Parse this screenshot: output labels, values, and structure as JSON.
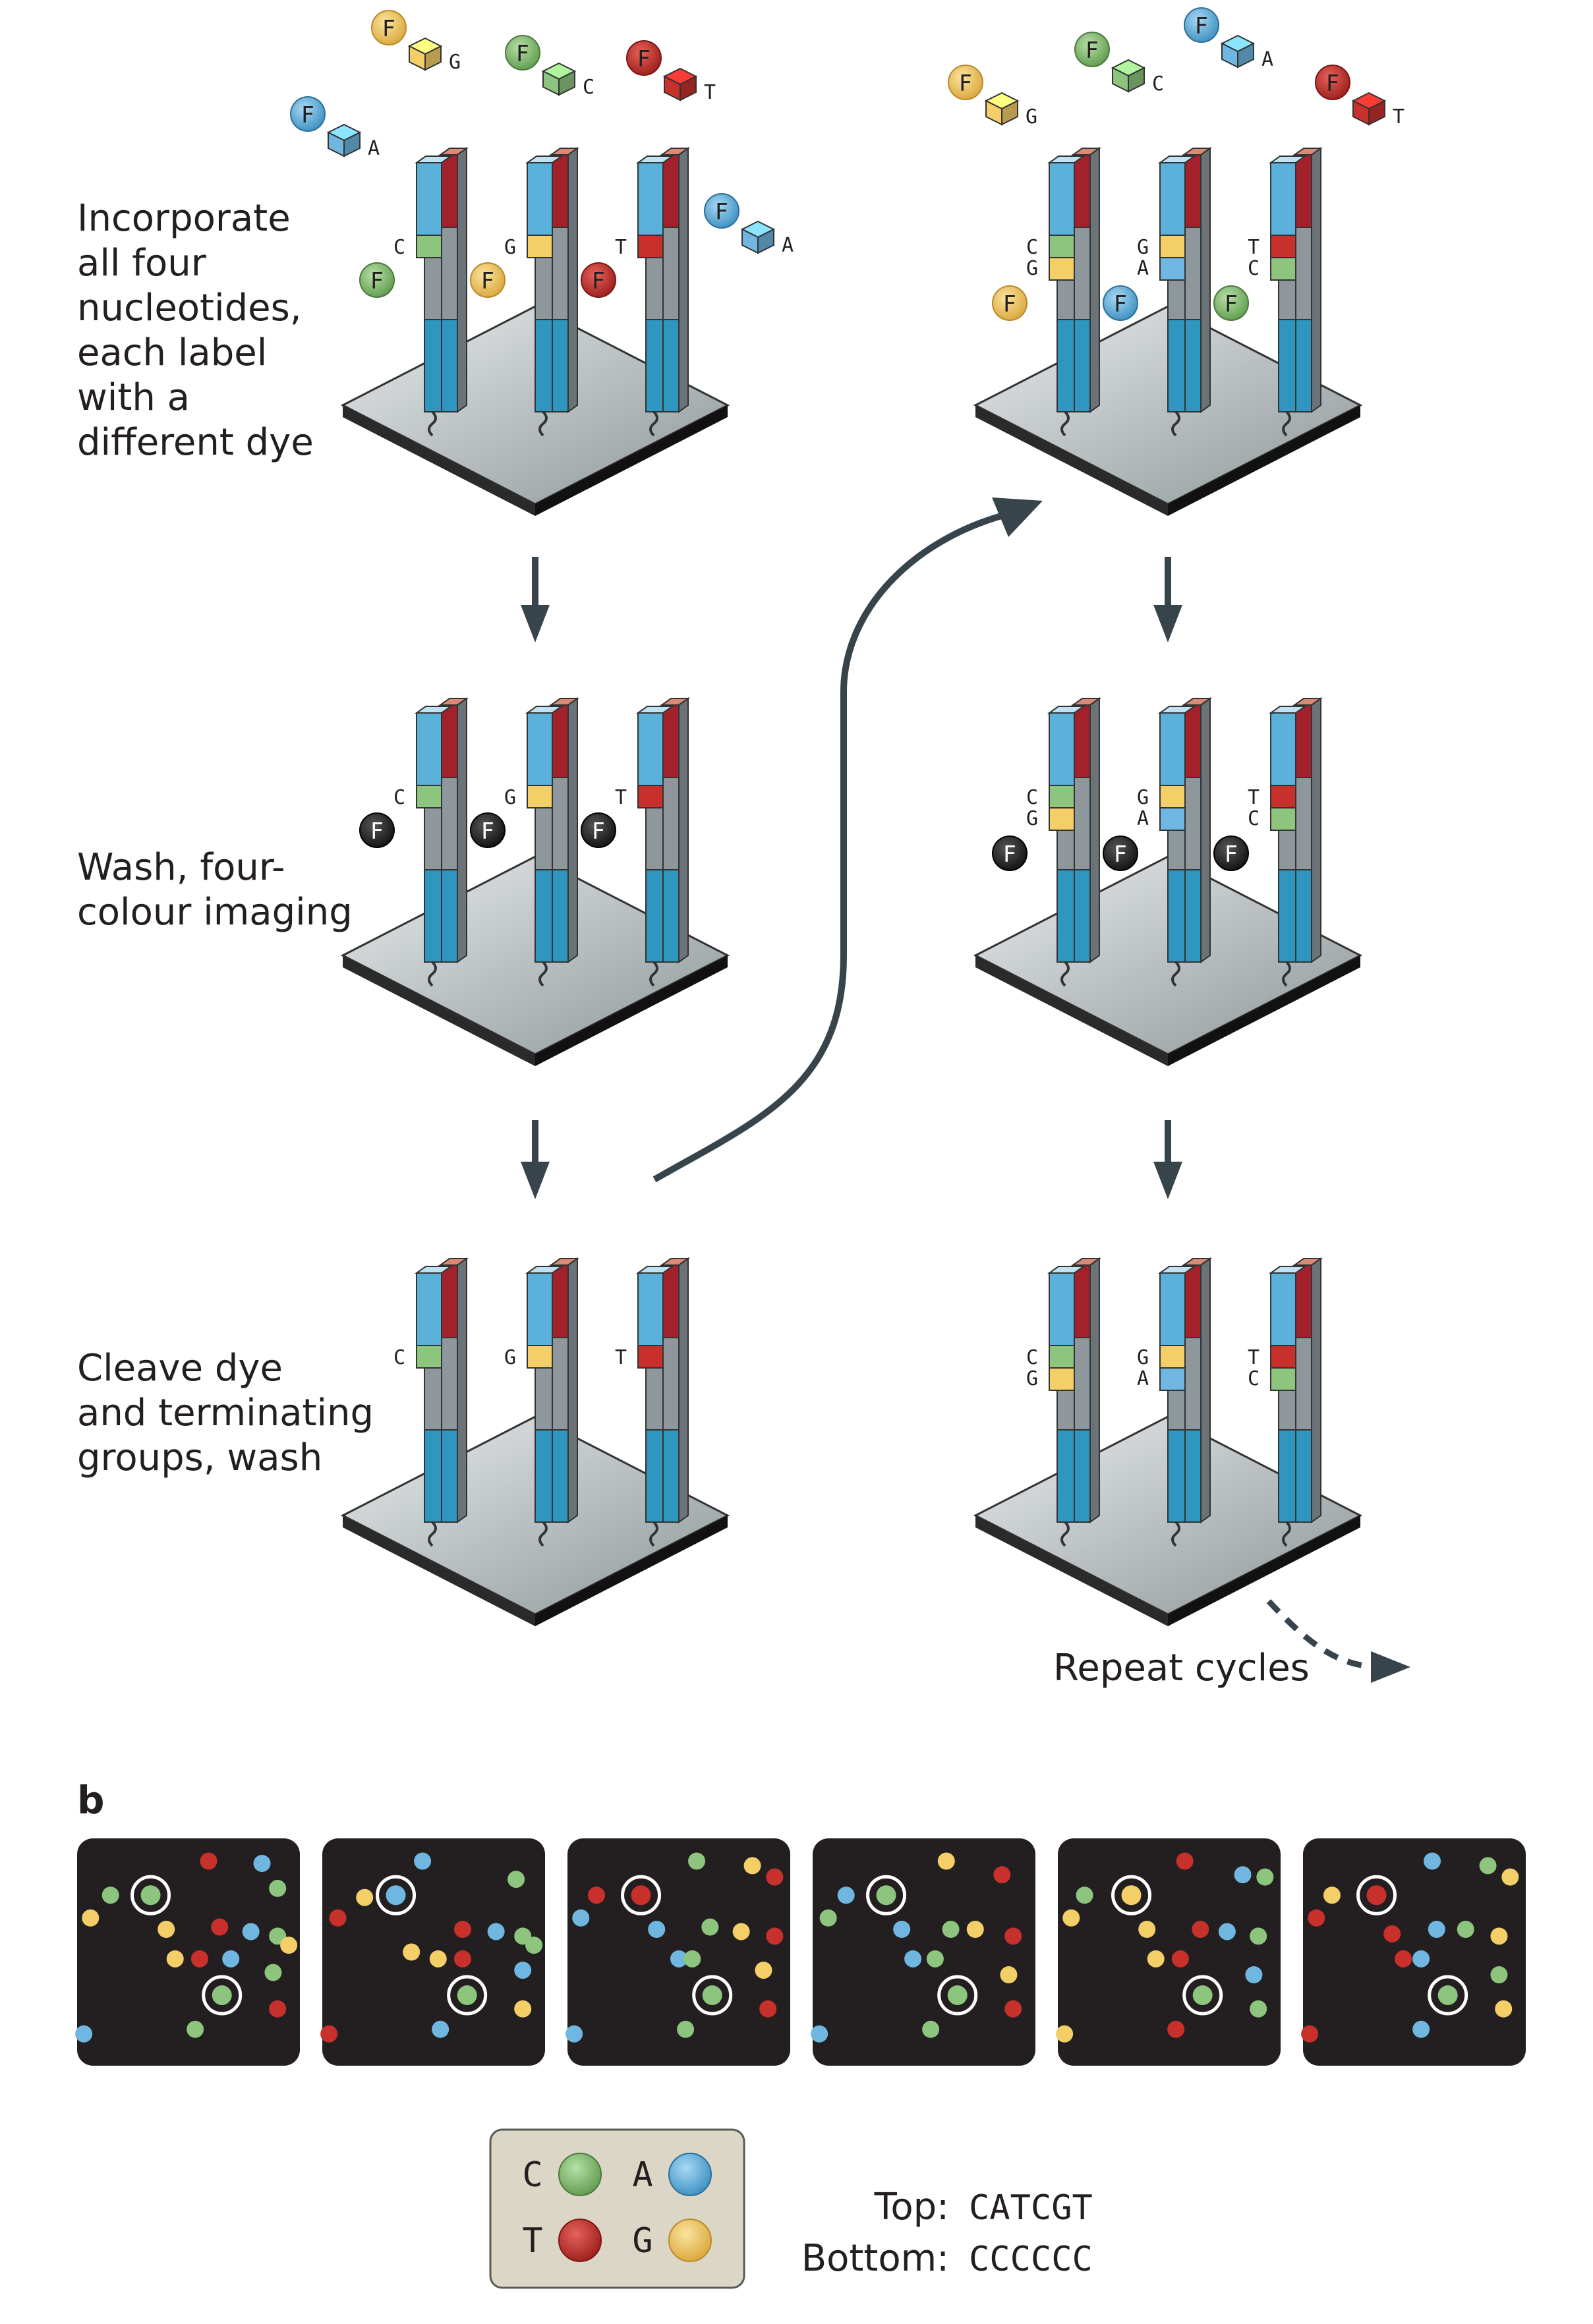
{
  "steps": {
    "incorporate": [
      "Incorporate",
      "all four",
      "nucleotides,",
      "each label",
      "with a",
      "different dye"
    ],
    "wash": [
      "Wash, four-",
      "colour imaging"
    ],
    "cleave": [
      "Cleave dye",
      "and terminating",
      "groups, wash"
    ]
  },
  "repeat_label": "Repeat cycles",
  "panel_b_label": "b",
  "dye_label": "F",
  "free_nucleotides": {
    "cycle1": [
      "G",
      "C",
      "T",
      "A",
      "A"
    ],
    "cycle2": [
      "G",
      "C",
      "A",
      "T"
    ]
  },
  "strand_labels": {
    "cycle1": [
      "C",
      "G",
      "T"
    ],
    "cycle2": [
      [
        "C",
        "G"
      ],
      [
        "G",
        "A"
      ],
      [
        "T",
        "C"
      ]
    ]
  },
  "legend": {
    "items": [
      {
        "base": "C",
        "color": "#8dc47e"
      },
      {
        "base": "A",
        "color": "#6fb7e0"
      },
      {
        "base": "T",
        "color": "#c8302b"
      },
      {
        "base": "G",
        "color": "#f4cf68"
      }
    ]
  },
  "readout": {
    "top_label": "Top:",
    "top_seq": "CATCGT",
    "bottom_label": "Bottom:",
    "bottom_seq": "CCCCCC"
  },
  "colors": {
    "C": "#8dc47e",
    "A": "#6fb7e0",
    "T": "#c8302b",
    "G": "#f4cf68",
    "strand_blue": "#2f97bf",
    "strand_red": "#a3212b",
    "arrow": "#37444b",
    "image_bg": "#231f20",
    "legend_bg": "#dcd6c6"
  }
}
